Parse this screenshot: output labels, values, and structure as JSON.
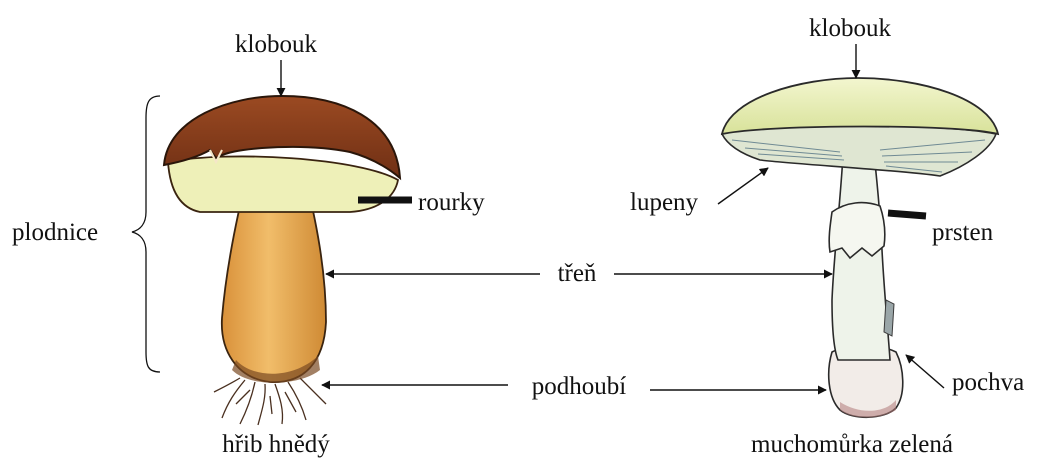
{
  "labels": {
    "bolete_cap": "klobouk",
    "amanita_cap": "klobouk",
    "fruiting_body": "plodnice",
    "tubes": "rourky",
    "gills": "lupeny",
    "ring": "prsten",
    "stem": "třeň",
    "mycelium": "podhoubí",
    "volva": "pochva"
  },
  "captions": {
    "bolete": "hřib hnědý",
    "amanita": "muchomůrka zelená"
  },
  "colors": {
    "bolete_cap": "#8a3f1c",
    "bolete_pores": "#eef0b8",
    "bolete_stem": "#e5a24c",
    "amanita_cap": "#e9efb0",
    "amanita_stem": "#eef3ea",
    "volva": "#f2ece8"
  }
}
